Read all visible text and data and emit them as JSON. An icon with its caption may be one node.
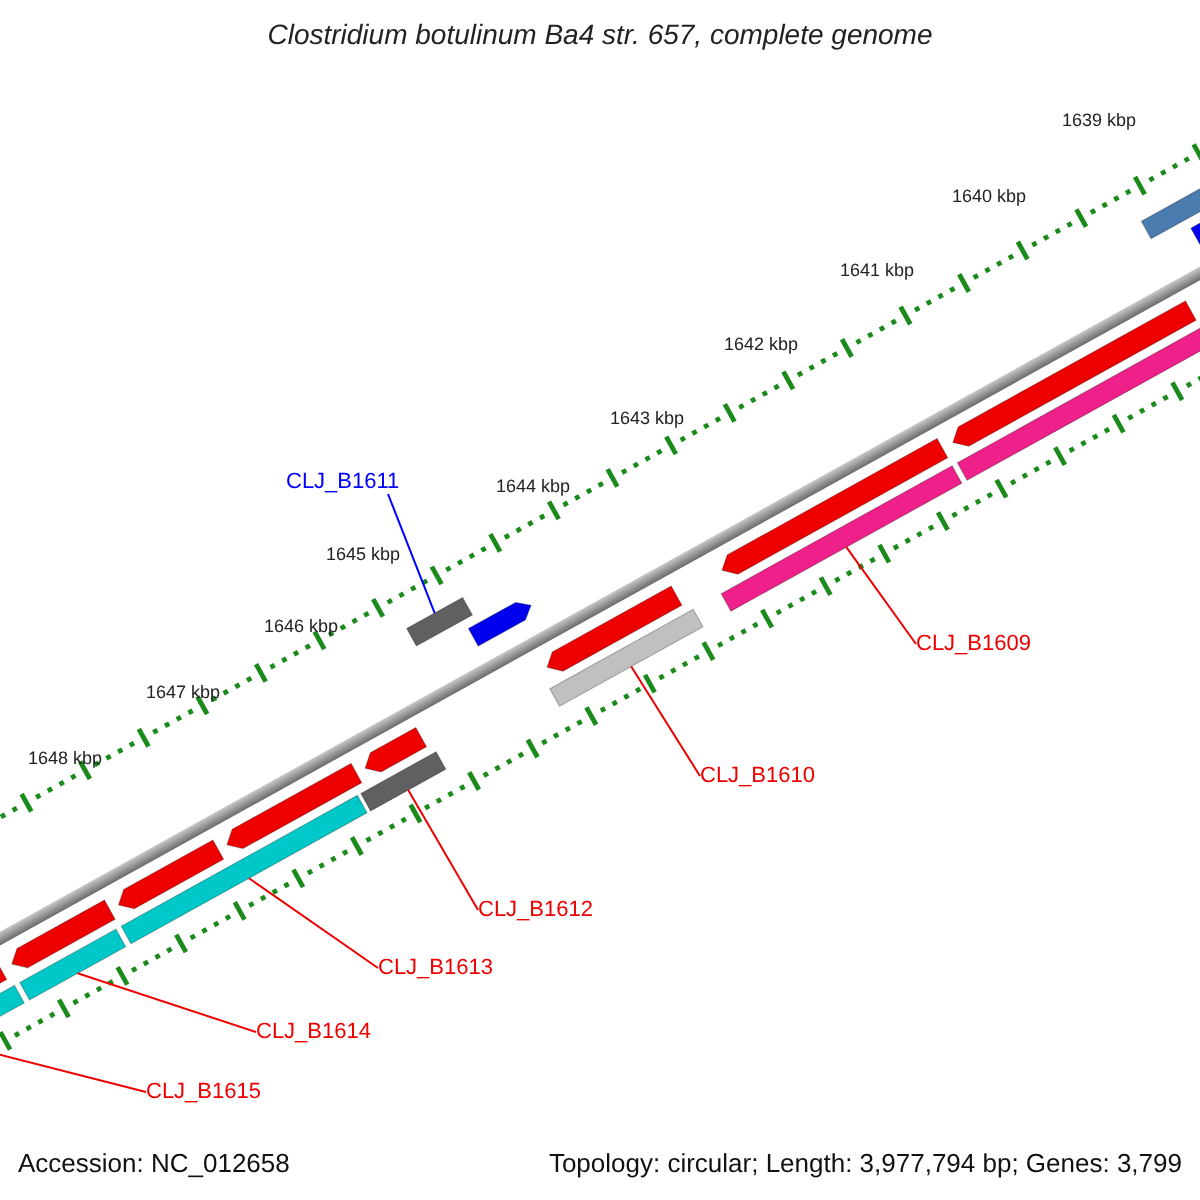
{
  "diagram": {
    "title": "Clostridium botulinum Ba4 str. 657, complete genome",
    "nodes": [
      {
        "text": [
          "CLJ_B1611"
        ]
      },
      {
        "text": [],
        "shape": "bar"
      },
      {
        "text": [
          "CLJ_B1609"
        ]
      },
      {
        "text": [],
        "shape": "bar"
      },
      {
        "text": [
          "CLJ_B1610"
        ]
      },
      {
        "text": [],
        "shape": "bar"
      },
      {
        "text": [
          "CLJ_B1612"
        ]
      },
      {
        "text": [],
        "shape": "bar"
      },
      {
        "text": [
          "CLJ_B1613"
        ]
      },
      {
        "text": [],
        "shape": "bar"
      },
      {
        "text": [
          "CLJ_B1614"
        ]
      },
      {
        "text": [],
        "shape": "bar"
      },
      {
        "text": [
          "CLJ_B1615"
        ]
      },
      {
        "text": [],
        "shape": "bar"
      },
      {
        "text": [],
        "shape": "bar"
      },
      {
        "text": [],
        "shape": "bar"
      },
      {
        "text": [],
        "shape": "bar"
      },
      {
        "text": [],
        "shape": "bar"
      },
      {
        "text": [],
        "shape": "bar"
      },
      {
        "text": [],
        "shape": "bar"
      },
      {
        "text": [],
        "shape": "bar"
      },
      {
        "text": [],
        "shape": "bar"
      },
      {
        "text": [],
        "shape": "bar"
      },
      {
        "text": [],
        "shape": "bar"
      },
      {
        "text": [],
        "shape": "bar"
      },
      {
        "text": [],
        "shape": "bar"
      }
    ],
    "edges": [
      {
        "from": 0,
        "to": 1,
        "arrow": "none",
        "color": "#0000ff"
      },
      {
        "from": 2,
        "to": 3,
        "arrow": "none"
      },
      {
        "from": 4,
        "to": 5,
        "arrow": "none"
      },
      {
        "from": 6,
        "to": 7,
        "arrow": "none"
      },
      {
        "from": 8,
        "to": 9,
        "arrow": "none"
      },
      {
        "from": 10,
        "to": 11,
        "arrow": "none"
      },
      {
        "from": 12,
        "to": 13,
        "arrow": "none"
      }
    ],
    "labels": [
      "1639 kbp",
      "1640 kbp",
      "1641 kbp",
      "1642 kbp",
      "1643 kbp",
      "1644 kbp",
      "1645 kbp",
      "1646 kbp",
      "1647 kbp",
      "1648 kbp",
      "Accession: NC_012658",
      "Topology: circular; Length: 3,977,794 bp; Genes: 3,799"
    ]
  }
}
